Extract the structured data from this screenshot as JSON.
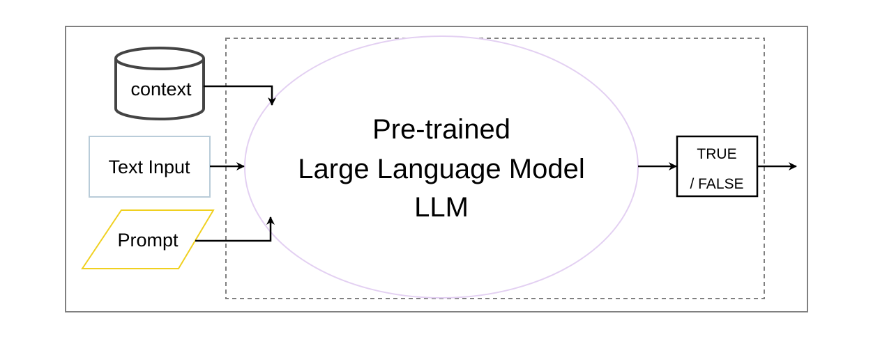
{
  "diagram": {
    "nodes": {
      "context": {
        "label": "context",
        "shape": "cylinder-icon",
        "stroke": "#444444"
      },
      "text_input": {
        "label": "Text Input",
        "shape": "rectangle",
        "stroke": "#b9ccd9"
      },
      "prompt": {
        "label": "Prompt",
        "shape": "parallelogram",
        "stroke": "#f0d020"
      },
      "llm": {
        "label_lines": [
          "Pre-trained",
          "Large Language Model",
          "LLM"
        ],
        "shape": "ellipse",
        "stroke": "#e3d0f2"
      },
      "output": {
        "label_lines": [
          "TRUE",
          "/ FALSE"
        ],
        "shape": "rectangle",
        "stroke": "#000000"
      }
    },
    "colors": {
      "outer_border": "#808080",
      "dashed_border": "#808080",
      "edge": "#000000"
    }
  }
}
